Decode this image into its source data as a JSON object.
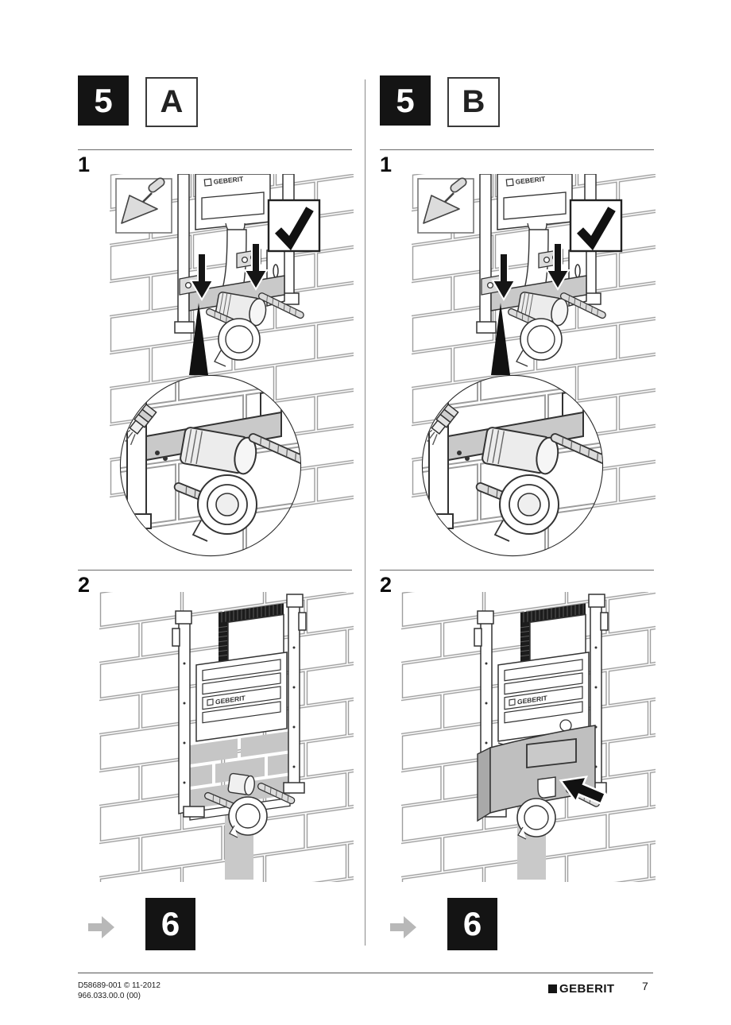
{
  "columns": [
    {
      "step": "5",
      "variant": "A",
      "substep1": "1",
      "substep2": "2",
      "next": "6"
    },
    {
      "step": "5",
      "variant": "B",
      "substep1": "1",
      "substep2": "2",
      "next": "6"
    }
  ],
  "illustration": {
    "brand_label": "GEBERIT",
    "icons": {
      "trowel": "trowel-icon",
      "check": "checkmark-icon",
      "arrow_down": "arrow-down-icon",
      "insert_arrow": "insert-arrow-icon",
      "next_arrow": "next-arrow-icon",
      "detail": "detail-magnifier-circle"
    }
  },
  "footer": {
    "doc_line1": "D58689-001 © 11-2012",
    "doc_line2": "966.033.00.0 (00)",
    "brand": "GEBERIT",
    "page_number": "7"
  },
  "colors": {
    "accent_black": "#141414",
    "diagram_gray": "#c9c9c9",
    "line": "#333333",
    "next_arrow_gray": "#b8b8b8"
  }
}
